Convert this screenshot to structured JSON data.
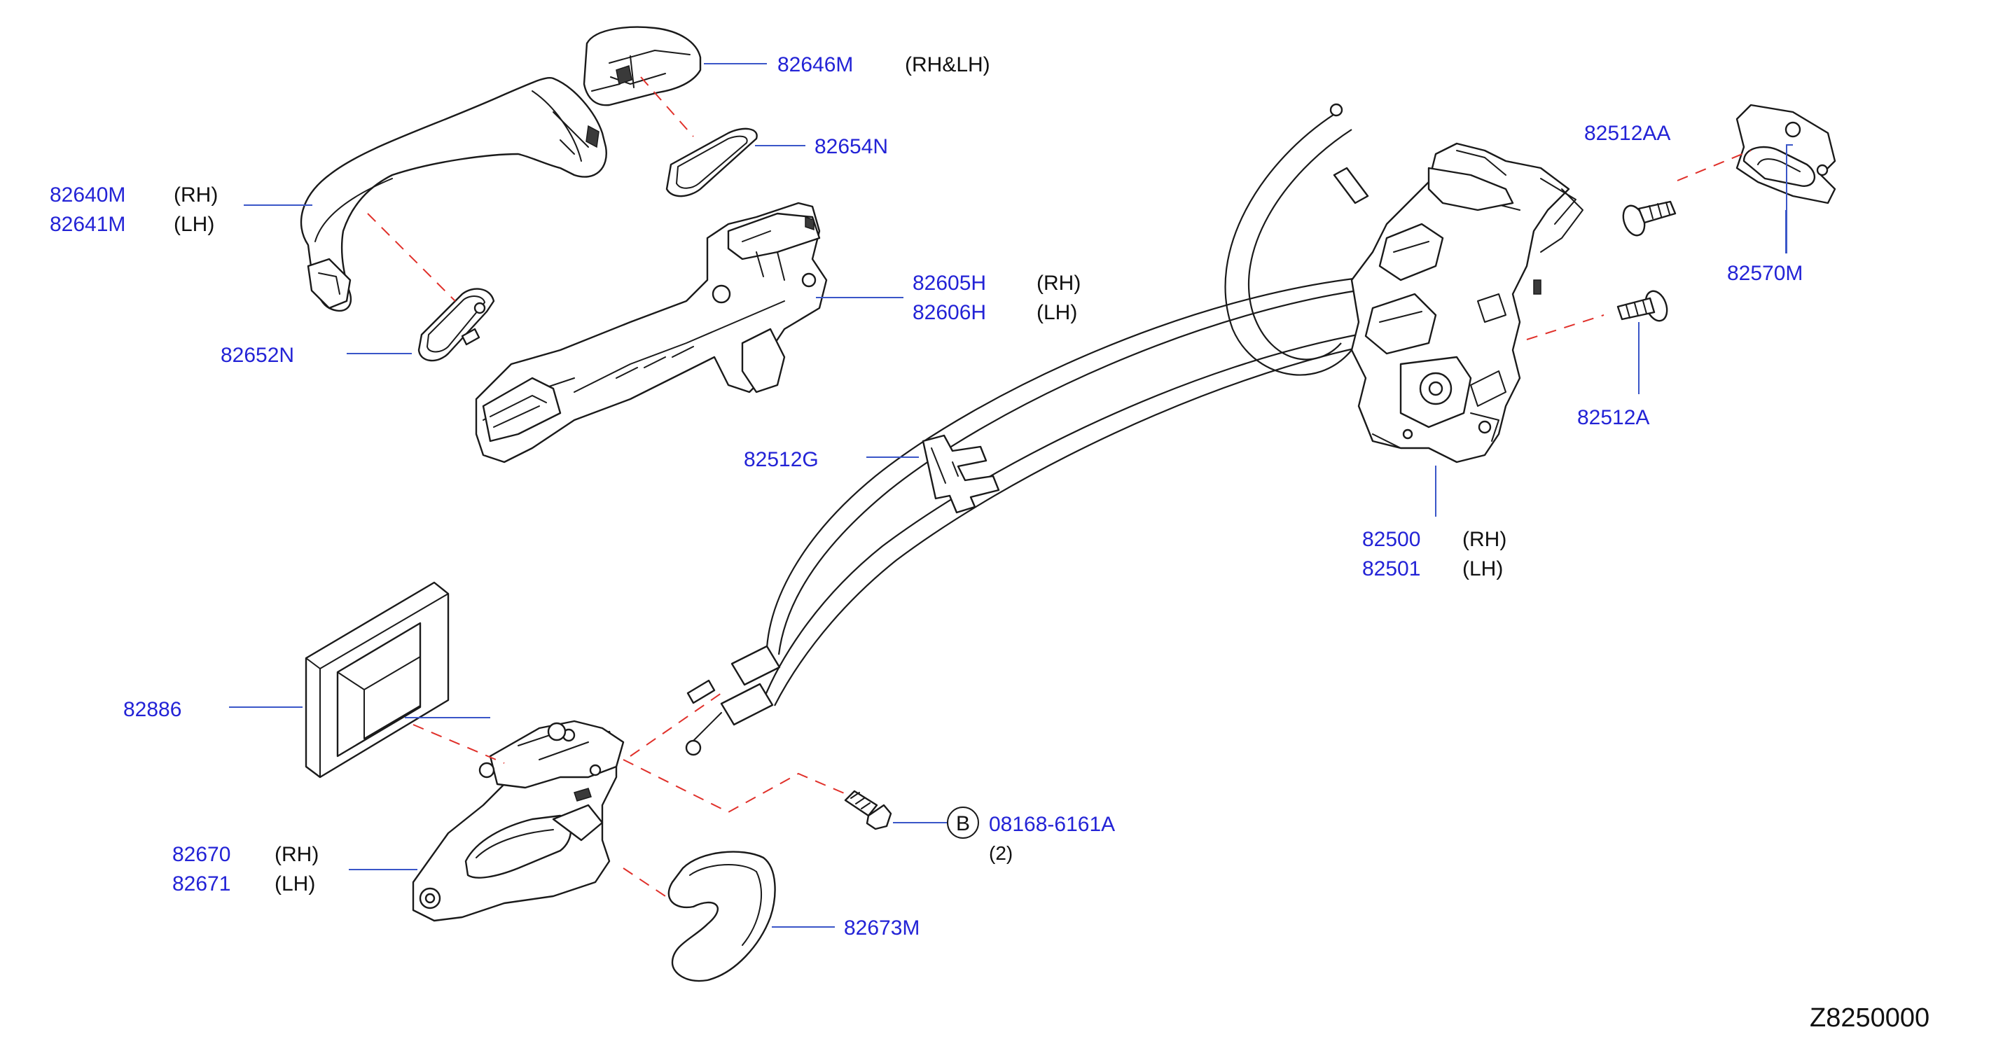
{
  "diagram_code": "Z8250000",
  "colors": {
    "part_number": "#2323d6",
    "leader": "#3a56c8",
    "dashed_link": "#e0302a",
    "outline": "#1a1a1a"
  },
  "callouts": {
    "c82646M": {
      "pn": "82646M",
      "qual": "(RH&LH)"
    },
    "c82654N": {
      "pn": "82654N"
    },
    "c82640M": {
      "pn": "82640M",
      "qual": "(RH)"
    },
    "c82641M": {
      "pn": "82641M",
      "qual": "(LH)"
    },
    "c82605H": {
      "pn": "82605H",
      "qual": "(RH)"
    },
    "c82606H": {
      "pn": "82606H",
      "qual": "(LH)"
    },
    "c82652N": {
      "pn": "82652N"
    },
    "c82512G": {
      "pn": "82512G"
    },
    "c82512AA": {
      "pn": "82512AA"
    },
    "c82570M": {
      "pn": "82570M"
    },
    "c82512A": {
      "pn": "82512A"
    },
    "c82500": {
      "pn": "82500",
      "qual": "(RH)"
    },
    "c82501": {
      "pn": "82501",
      "qual": "(LH)"
    },
    "c82886": {
      "pn": "82886"
    },
    "c82670": {
      "pn": "82670",
      "qual": "(RH)"
    },
    "c82671": {
      "pn": "82671",
      "qual": "(LH)"
    },
    "c08168": {
      "pn": "08168-6161A",
      "qty": "(2)",
      "badge": "B"
    },
    "c82673M": {
      "pn": "82673M"
    }
  }
}
